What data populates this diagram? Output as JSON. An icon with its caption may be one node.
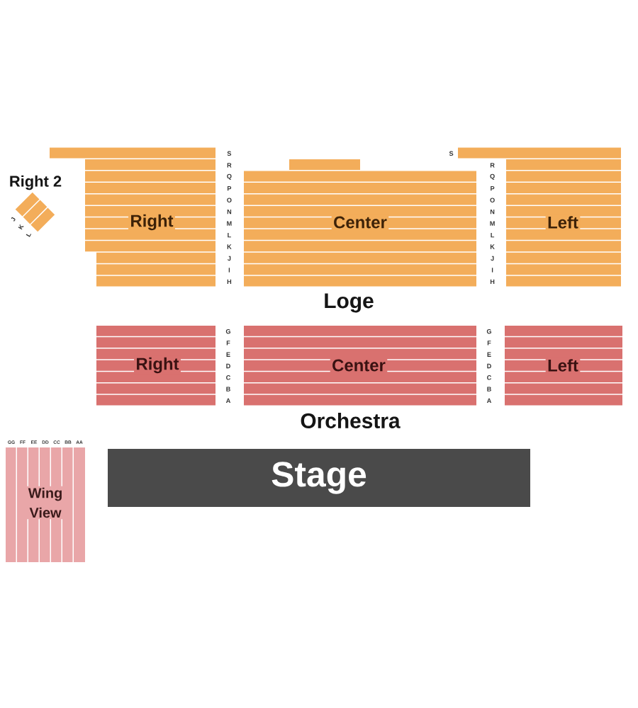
{
  "diagram": {
    "nodes": [
      {
        "text": [
          "Right 2"
        ]
      },
      {
        "text": [
          "Right"
        ]
      },
      {
        "text": [
          "Center"
        ]
      },
      {
        "text": [
          "Left"
        ]
      },
      {
        "text": [
          "Right"
        ]
      },
      {
        "text": [
          "Center"
        ]
      },
      {
        "text": [
          "Left"
        ]
      },
      {
        "text": [
          "Wing View"
        ],
        "beside": [
          "GG",
          "FF",
          "EE",
          "DD",
          "CC",
          "BB",
          "AA"
        ]
      },
      {
        "text": [
          "Stage"
        ]
      }
    ],
    "labels": [
      "J",
      "K",
      "L",
      "S",
      "R",
      "Q",
      "P",
      "O",
      "N",
      "M",
      "L",
      "K",
      "J",
      "I",
      "H",
      "S",
      "R",
      "Q",
      "P",
      "O",
      "N",
      "M",
      "L",
      "K",
      "J",
      "I",
      "H",
      "Loge",
      "G",
      "F",
      "E",
      "D",
      "C",
      "B",
      "A",
      "G",
      "F",
      "E",
      "D",
      "C",
      "B",
      "A",
      "Orchestra"
    ]
  }
}
